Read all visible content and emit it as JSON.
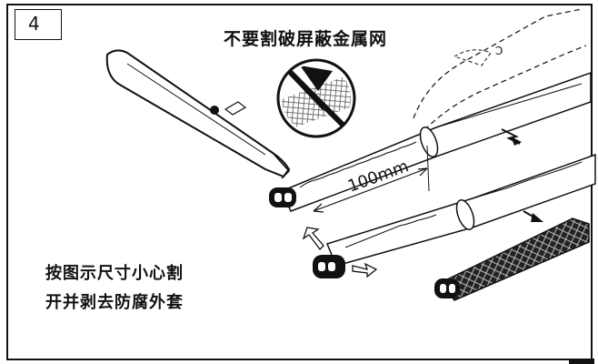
{
  "step": {
    "number": "4"
  },
  "warning": {
    "text": "不要割破屏蔽金属网"
  },
  "dimension": {
    "label": "100mm"
  },
  "instruction": {
    "line1": "按图示尺寸小心割",
    "line2": "开并剥去防腐外套"
  }
}
